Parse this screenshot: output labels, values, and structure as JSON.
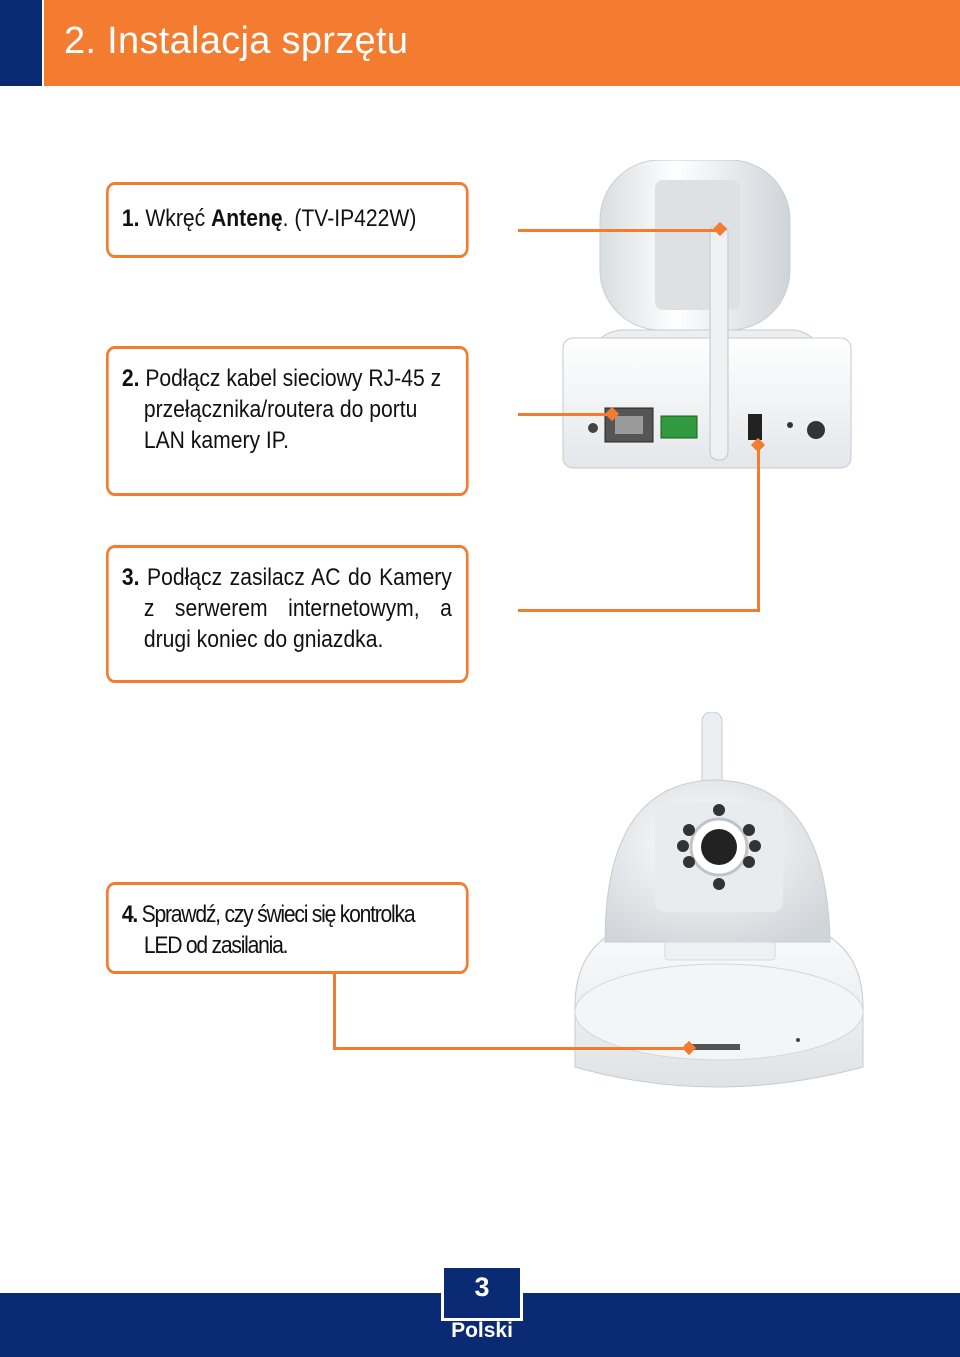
{
  "header": {
    "title": "2. Instalacja sprzętu",
    "accent_color": "#f47c30",
    "brand_color": "#0a2a73"
  },
  "steps": [
    {
      "num": "1.",
      "text_before": " Wkręć ",
      "text_bold": "Antenę",
      "text_after": ". (TV-IP422W)"
    },
    {
      "num": "2.",
      "text": " Podłącz kabel sieciowy RJ-45 z przełącznika/routera do portu LAN kamery IP."
    },
    {
      "num": "3.",
      "text": " Podłącz zasilacz AC do Kamery z serwerem internetowym, a drugi koniec do gniazdka."
    },
    {
      "num": "4.",
      "text": " Sprawdź, czy świeci się kontrolka LED od zasilania."
    }
  ],
  "footer": {
    "page_number": "3",
    "language": "Polski"
  }
}
